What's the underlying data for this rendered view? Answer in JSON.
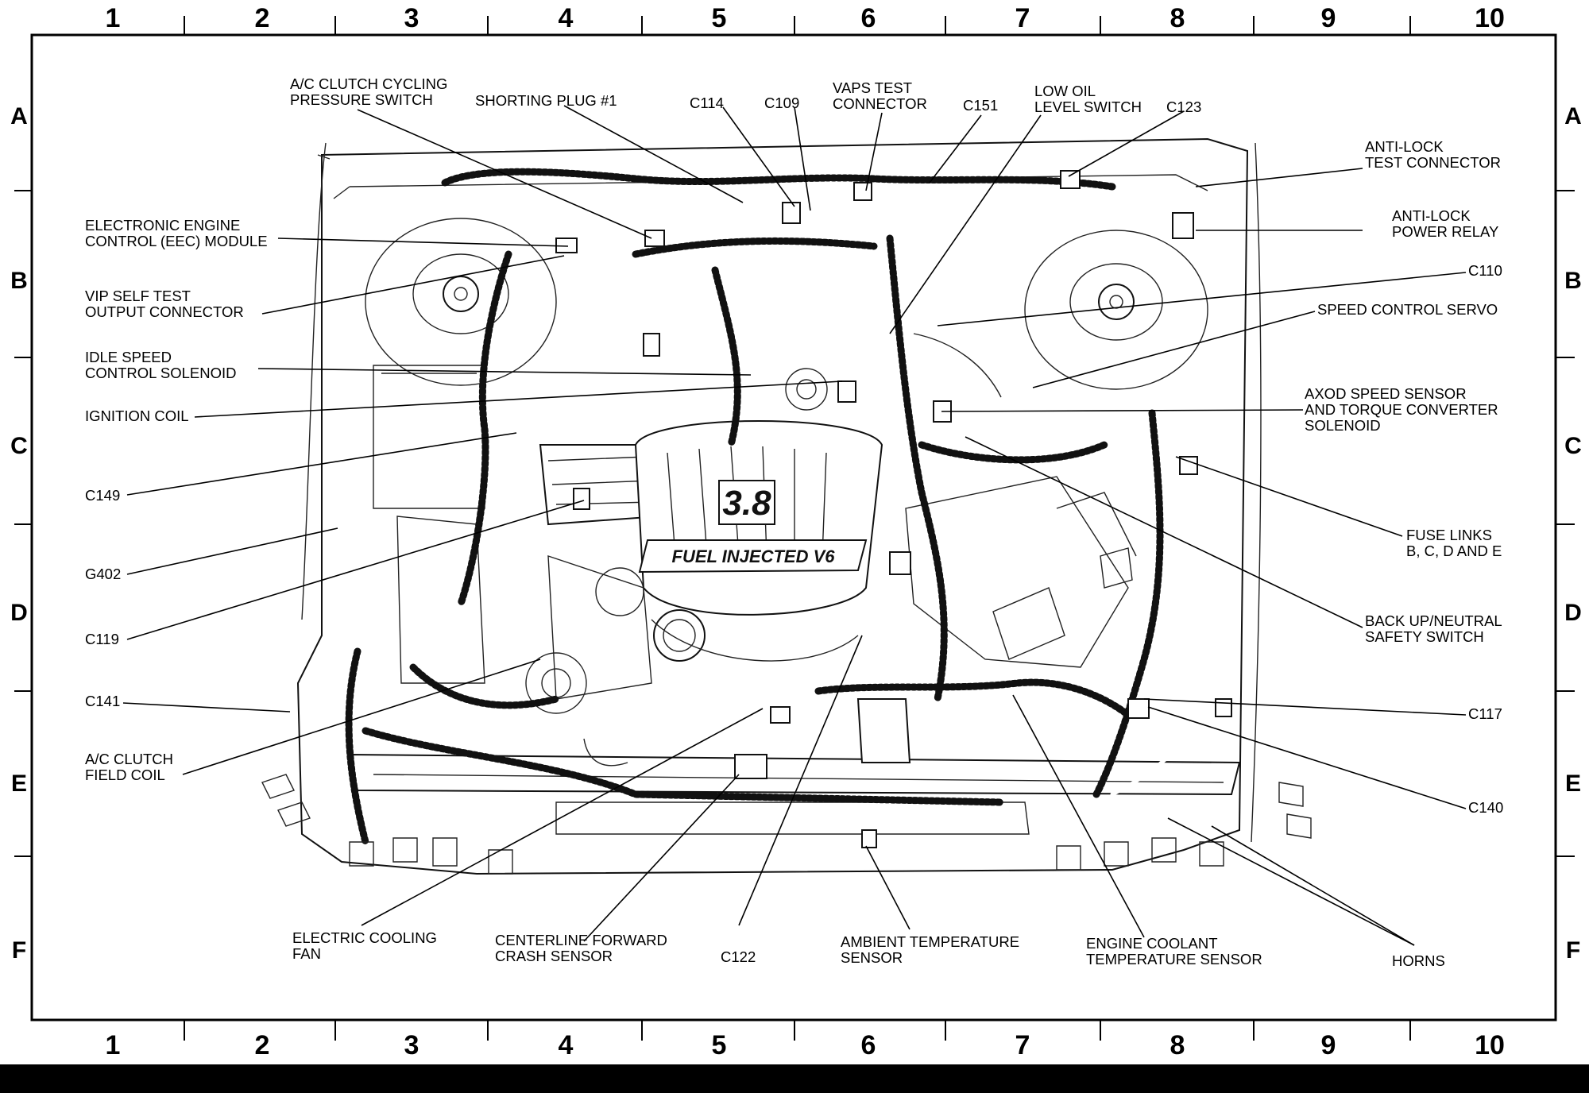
{
  "grid": {
    "columns": [
      "1",
      "2",
      "3",
      "4",
      "5",
      "6",
      "7",
      "8",
      "9",
      "10"
    ],
    "rows": [
      "A",
      "B",
      "C",
      "D",
      "E",
      "F"
    ]
  },
  "engine_badges": {
    "displacement": "3.8",
    "fuel": "FUEL INJECTED V6"
  },
  "labels": [
    {
      "id": "ac-clutch-cycling-pressure-switch",
      "lines": [
        "A/C CLUTCH CYCLING",
        "PRESSURE SWITCH"
      ]
    },
    {
      "id": "shorting-plug-1",
      "lines": [
        "SHORTING PLUG #1"
      ]
    },
    {
      "id": "c114",
      "lines": [
        "C114"
      ]
    },
    {
      "id": "c109",
      "lines": [
        "C109"
      ]
    },
    {
      "id": "vaps-test-connector",
      "lines": [
        "VAPS TEST",
        "CONNECTOR"
      ]
    },
    {
      "id": "c151",
      "lines": [
        "C151"
      ]
    },
    {
      "id": "low-oil-level-switch",
      "lines": [
        "LOW OIL",
        "LEVEL SWITCH"
      ]
    },
    {
      "id": "c123",
      "lines": [
        "C123"
      ]
    },
    {
      "id": "anti-lock-test-connector",
      "lines": [
        "ANTI-LOCK",
        "TEST CONNECTOR"
      ]
    },
    {
      "id": "anti-lock-power-relay",
      "lines": [
        "ANTI-LOCK",
        "POWER RELAY"
      ]
    },
    {
      "id": "eec-module",
      "lines": [
        "ELECTRONIC ENGINE",
        "CONTROL (EEC) MODULE"
      ]
    },
    {
      "id": "vip-self-test",
      "lines": [
        "VIP SELF TEST",
        "OUTPUT CONNECTOR"
      ]
    },
    {
      "id": "c110",
      "lines": [
        "C110"
      ]
    },
    {
      "id": "speed-control-servo",
      "lines": [
        "SPEED CONTROL SERVO"
      ]
    },
    {
      "id": "idle-speed-control-solenoid",
      "lines": [
        "IDLE SPEED",
        "CONTROL SOLENOID"
      ]
    },
    {
      "id": "ignition-coil",
      "lines": [
        "IGNITION COIL"
      ]
    },
    {
      "id": "axod-speed-sensor",
      "lines": [
        "AXOD SPEED SENSOR",
        "AND TORQUE CONVERTER",
        "SOLENOID"
      ]
    },
    {
      "id": "c149",
      "lines": [
        "C149"
      ]
    },
    {
      "id": "fuse-links",
      "lines": [
        "FUSE LINKS",
        "B, C, D AND E"
      ]
    },
    {
      "id": "g402",
      "lines": [
        "G402"
      ]
    },
    {
      "id": "c119",
      "lines": [
        "C119"
      ]
    },
    {
      "id": "backup-neutral-safety-switch",
      "lines": [
        "BACK UP/NEUTRAL",
        "SAFETY SWITCH"
      ]
    },
    {
      "id": "c141",
      "lines": [
        "C141"
      ]
    },
    {
      "id": "c117",
      "lines": [
        "C117"
      ]
    },
    {
      "id": "ac-clutch-field-coil",
      "lines": [
        "A/C CLUTCH",
        "FIELD COIL"
      ]
    },
    {
      "id": "c140",
      "lines": [
        "C140"
      ]
    },
    {
      "id": "electric-cooling-fan",
      "lines": [
        "ELECTRIC COOLING",
        "FAN"
      ]
    },
    {
      "id": "centerline-forward-crash-sensor",
      "lines": [
        "CENTERLINE FORWARD",
        "CRASH SENSOR"
      ]
    },
    {
      "id": "c122",
      "lines": [
        "C122"
      ]
    },
    {
      "id": "ambient-temperature-sensor",
      "lines": [
        "AMBIENT TEMPERATURE",
        "SENSOR"
      ]
    },
    {
      "id": "engine-coolant-temperature-sensor",
      "lines": [
        "ENGINE COOLANT",
        "TEMPERATURE SENSOR"
      ]
    },
    {
      "id": "horns",
      "lines": [
        "HORNS"
      ]
    }
  ]
}
